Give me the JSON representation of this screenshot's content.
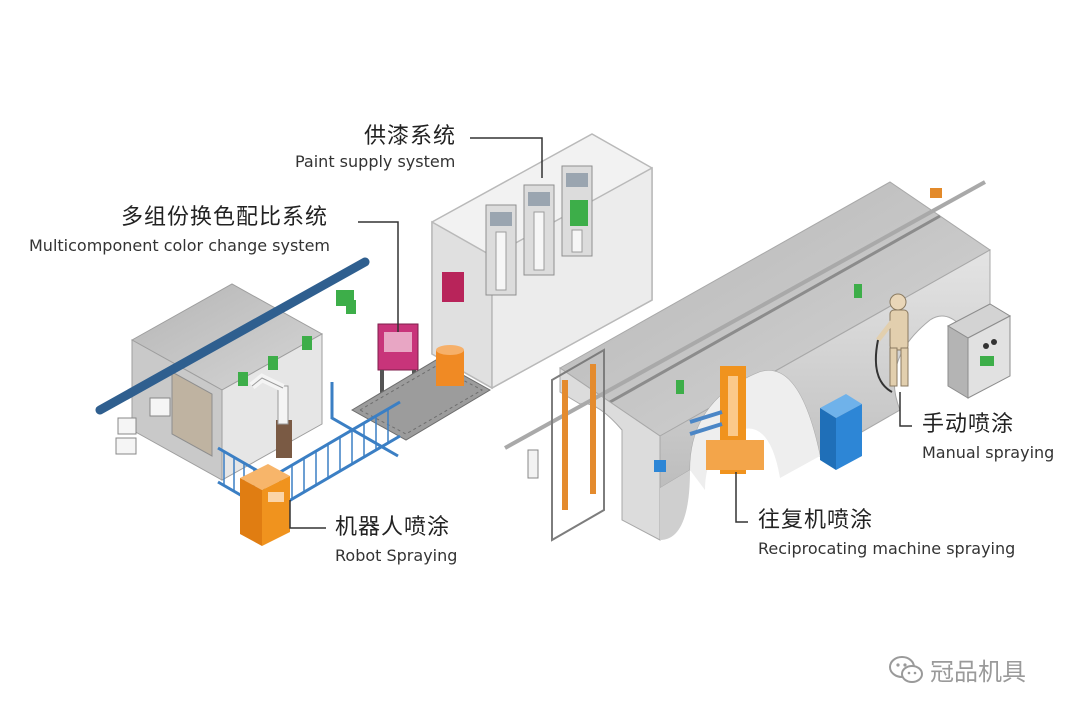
{
  "labels": {
    "paint_supply": {
      "zh": "供漆系统",
      "en": "Paint supply system"
    },
    "color_change": {
      "zh": "多组份换色配比系统",
      "en": "Multicomponent color change system"
    },
    "robot_spraying": {
      "zh": "机器人喷涂",
      "en": "Robot Spraying"
    },
    "reciprocating": {
      "zh": "往复机喷涂",
      "en": "Reciprocating machine spraying"
    },
    "manual": {
      "zh": "手动喷涂",
      "en": "Manual spraying"
    }
  },
  "watermark": {
    "text": "冠品机具",
    "icon": "wechat-icon"
  },
  "colors": {
    "booth": "#d9d9d9",
    "rail": "#2f5f8f",
    "fence": "#3b7fc4",
    "robot_cabinet": "#f0931e",
    "reciprocator": "#f0931e",
    "control_box_magenta": "#b8245a",
    "control_box_blue": "#2d86d6",
    "pump_green": "#3dae49",
    "tank_orange": "#f08a24"
  }
}
